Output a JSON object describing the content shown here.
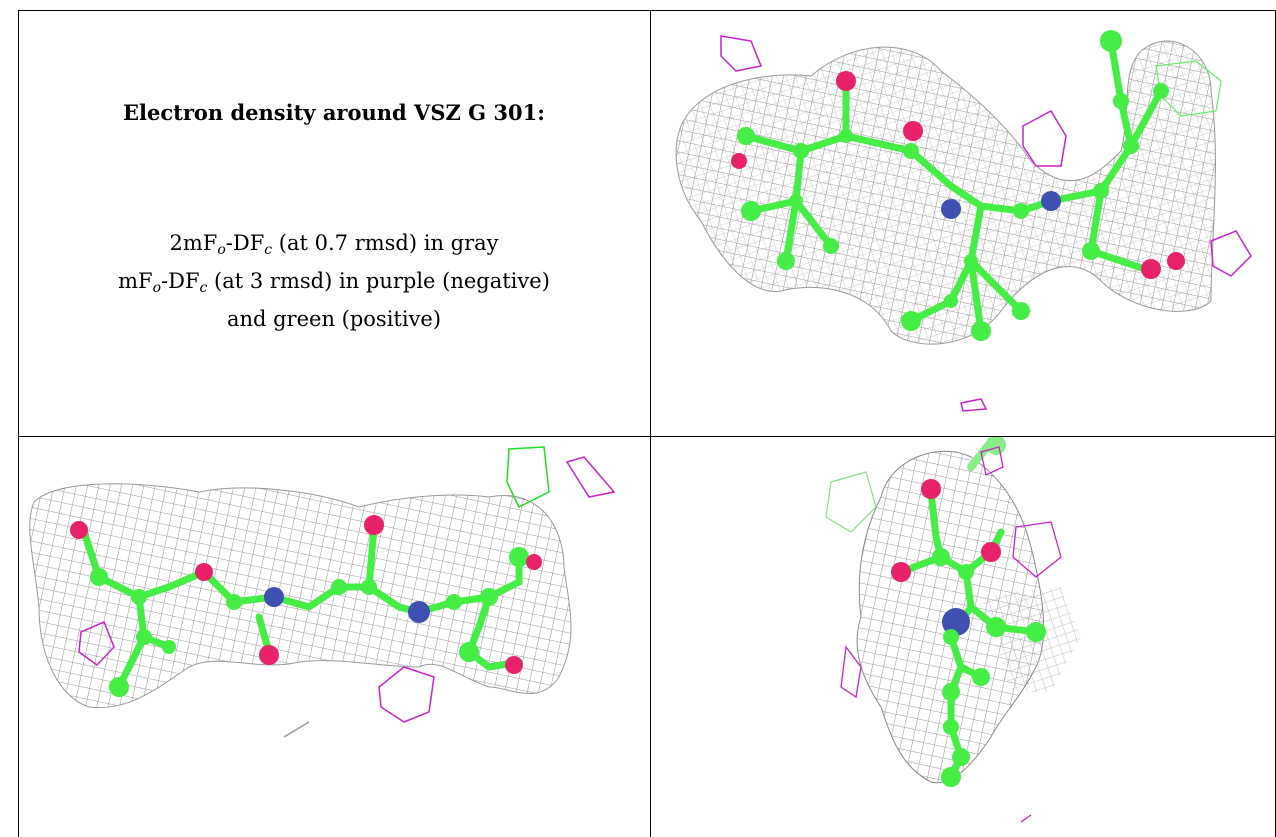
{
  "caption": {
    "title": "Electron density around VSZ G 301:",
    "line1": {
      "a": "2mF",
      "sub1": "o",
      "b": "-DF",
      "sub2": "c",
      "c": " (at 0.7 rmsd) in gray"
    },
    "line2": {
      "a": "mF",
      "sub1": "o",
      "b": "-DF",
      "sub2": "c",
      "c": " (at 3 rmsd) in purple (negative)"
    },
    "line3": "and green (positive)"
  },
  "colors": {
    "mesh_gray": "#9a9a9a",
    "mesh_purple": "#cc22cc",
    "mesh_green": "#33ee33",
    "carbon": "#44ee44",
    "oxygen": "#e8226a",
    "nitrogen": "#4050b0"
  }
}
